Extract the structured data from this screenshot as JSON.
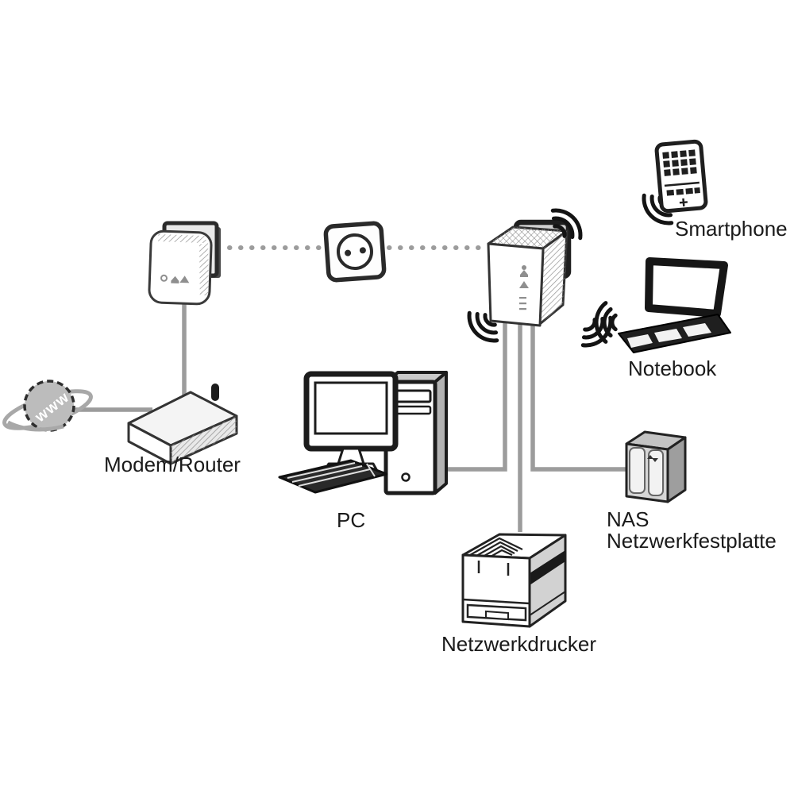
{
  "diagram_title": "",
  "labels": {
    "smartphone": "Smartphone",
    "notebook": "Notebook",
    "modem_router": "Modem/Router",
    "pc": "PC",
    "printer": "Netzwerkdrucker",
    "nas_line1": "NAS",
    "nas_line2": "Netzwerkfestplatte"
  },
  "globe": {
    "label": "www"
  },
  "nodes": [
    {
      "id": "internet",
      "icon": "www-globe-icon",
      "label": "www"
    },
    {
      "id": "modem-router",
      "icon": "modem-router-icon",
      "label": "Modem/Router"
    },
    {
      "id": "powerline-adapter-1",
      "icon": "powerline-adapter-icon"
    },
    {
      "id": "wall-socket",
      "icon": "wall-socket-icon"
    },
    {
      "id": "wifi-powerline-adapter",
      "icon": "wifi-powerline-adapter-icon"
    },
    {
      "id": "pc",
      "icon": "desktop-pc-icon",
      "label": "PC"
    },
    {
      "id": "network-printer",
      "icon": "printer-icon",
      "label": "Netzwerkdrucker"
    },
    {
      "id": "nas",
      "icon": "nas-icon",
      "label": "NAS Netzwerkfestplatte"
    },
    {
      "id": "notebook",
      "icon": "notebook-icon",
      "label": "Notebook"
    },
    {
      "id": "smartphone",
      "icon": "smartphone-icon",
      "label": "Smartphone"
    }
  ],
  "connections": [
    {
      "from": "internet",
      "to": "modem-router",
      "style": "solid"
    },
    {
      "from": "powerline-adapter-1",
      "to": "modem-router",
      "style": "solid"
    },
    {
      "from": "powerline-adapter-1",
      "to": "wall-socket",
      "style": "dotted"
    },
    {
      "from": "wall-socket",
      "to": "wifi-powerline-adapter",
      "style": "dotted"
    },
    {
      "from": "wifi-powerline-adapter",
      "to": "pc",
      "style": "solid"
    },
    {
      "from": "wifi-powerline-adapter",
      "to": "network-printer",
      "style": "solid"
    },
    {
      "from": "wifi-powerline-adapter",
      "to": "nas",
      "style": "solid"
    },
    {
      "from": "wifi-powerline-adapter",
      "to": "notebook",
      "style": "wireless"
    },
    {
      "from": "wifi-powerline-adapter",
      "to": "smartphone",
      "style": "wireless"
    }
  ],
  "colors": {
    "ink": "#1a1a1a",
    "cable_gray": "#9c9c9c",
    "panel_gray": "#c9c9c9",
    "globe_gray": "#bcbcbc",
    "background": "#ffffff"
  }
}
